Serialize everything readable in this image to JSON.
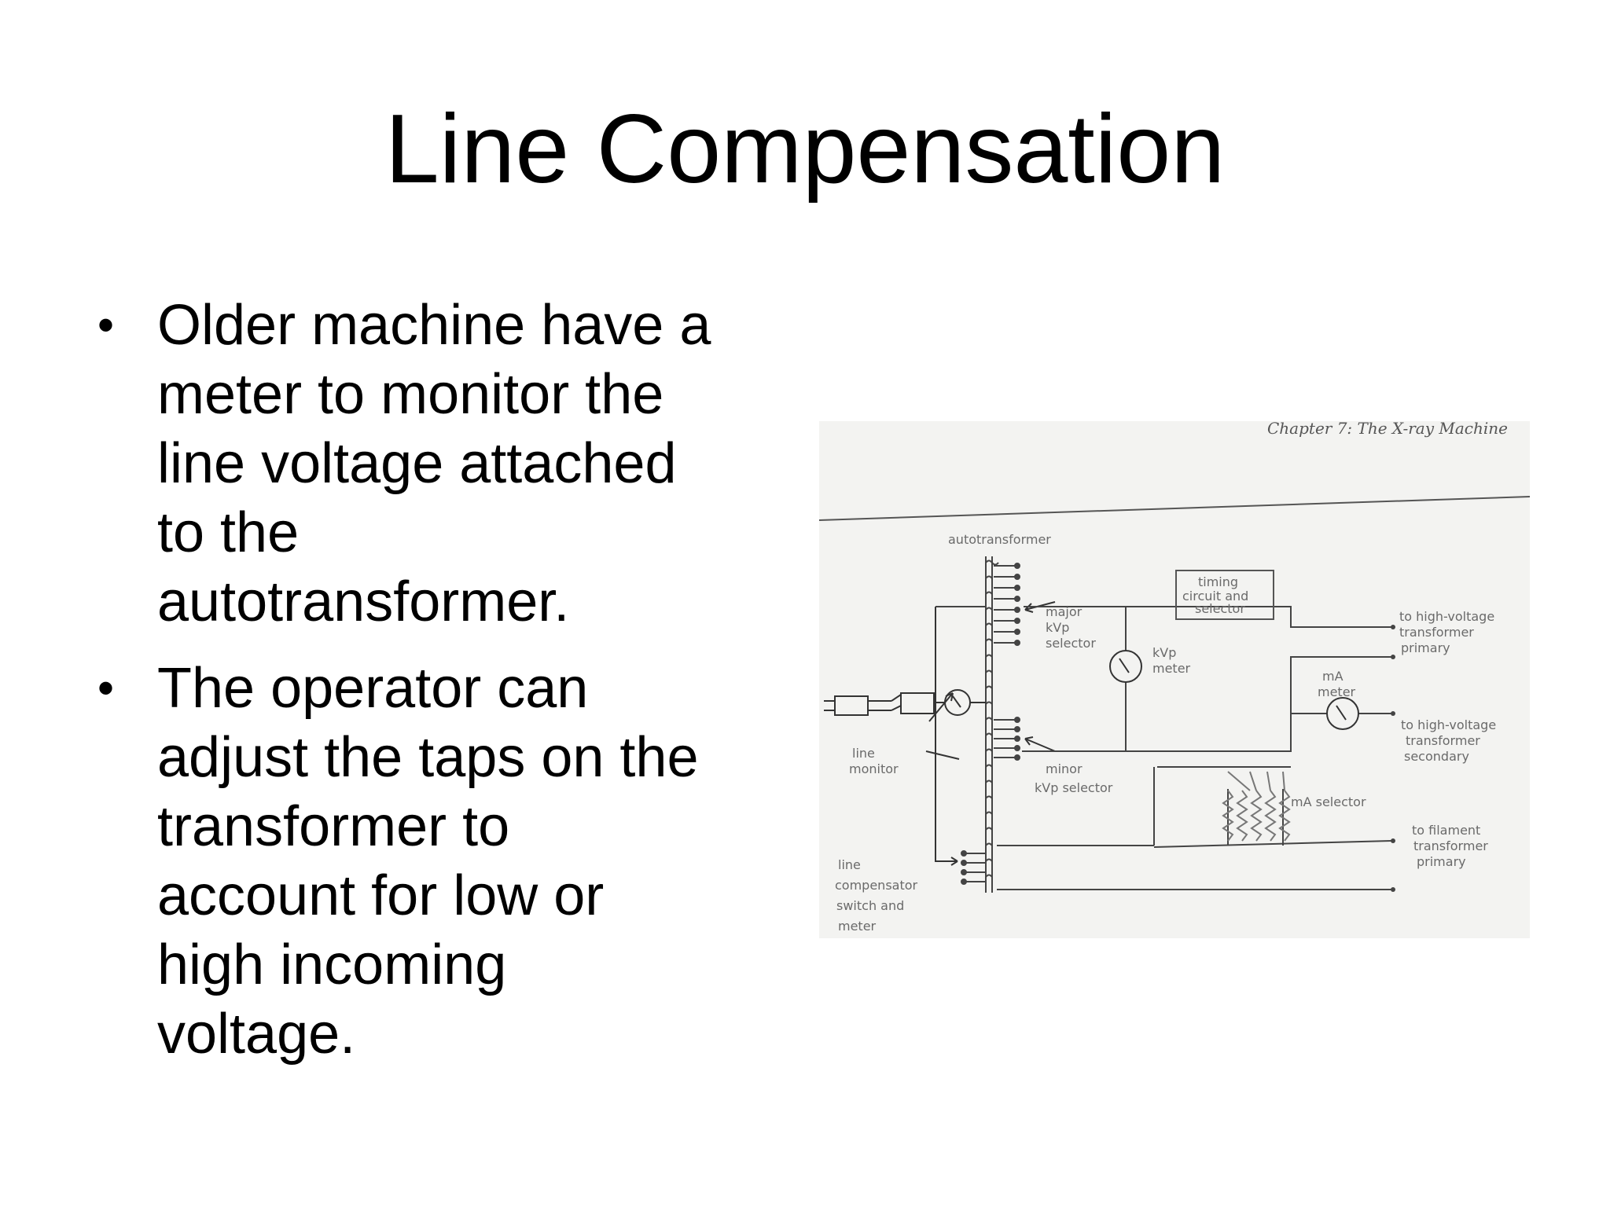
{
  "slide": {
    "title": "Line Compensation",
    "bullets": [
      "Older machine have a\nmeter to monitor the\nline voltage  attached\nto the\nautotransformer.",
      "The operator can\nadjust the taps on the\ntransformer to\naccount for low or\nhigh incoming\nvoltage."
    ],
    "bullet_symbol": "•"
  },
  "figure": {
    "header": "Chapter 7:   The X-ray Machine",
    "labels": {
      "autotransformer": "autotransformer",
      "timing_1": "timing",
      "timing_2": "circuit  and",
      "timing_3": "selector",
      "major_1": "major",
      "major_2": "kVp",
      "major_3": "selector",
      "kvp_meter_1": "kVp",
      "kvp_meter_2": "meter",
      "ma_meter_1": "mA",
      "ma_meter_2": "meter",
      "hv_primary_1": "to high-voltage",
      "hv_primary_2": "transformer",
      "hv_primary_3": "primary",
      "hv_secondary_1": "to high-voltage",
      "hv_secondary_2": "transformer",
      "hv_secondary_3": "secondary",
      "line_monitor_1": "line",
      "line_monitor_2": "monitor",
      "minor_1": "minor",
      "minor_2": "kVp selector",
      "ma_selector": "mA selector",
      "filament_1": "to filament",
      "filament_2": "transformer",
      "filament_3": "primary",
      "compensator_1": "line",
      "compensator_2": "compensator",
      "compensator_3": "switch and",
      "compensator_4": "meter"
    }
  }
}
